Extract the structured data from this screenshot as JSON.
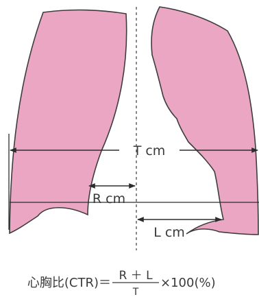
{
  "labels": {
    "t": "T cm",
    "r": "R cm",
    "l": "L cm"
  },
  "formula": {
    "prefix": "心胸比(CTR)＝",
    "numerator": "R ＋ L",
    "denominator": "T",
    "suffix": "×100(%)"
  },
  "colors": {
    "lung_fill": "#eaa6c3",
    "outline": "#3c3c3c",
    "line": "#2d2d2d"
  }
}
